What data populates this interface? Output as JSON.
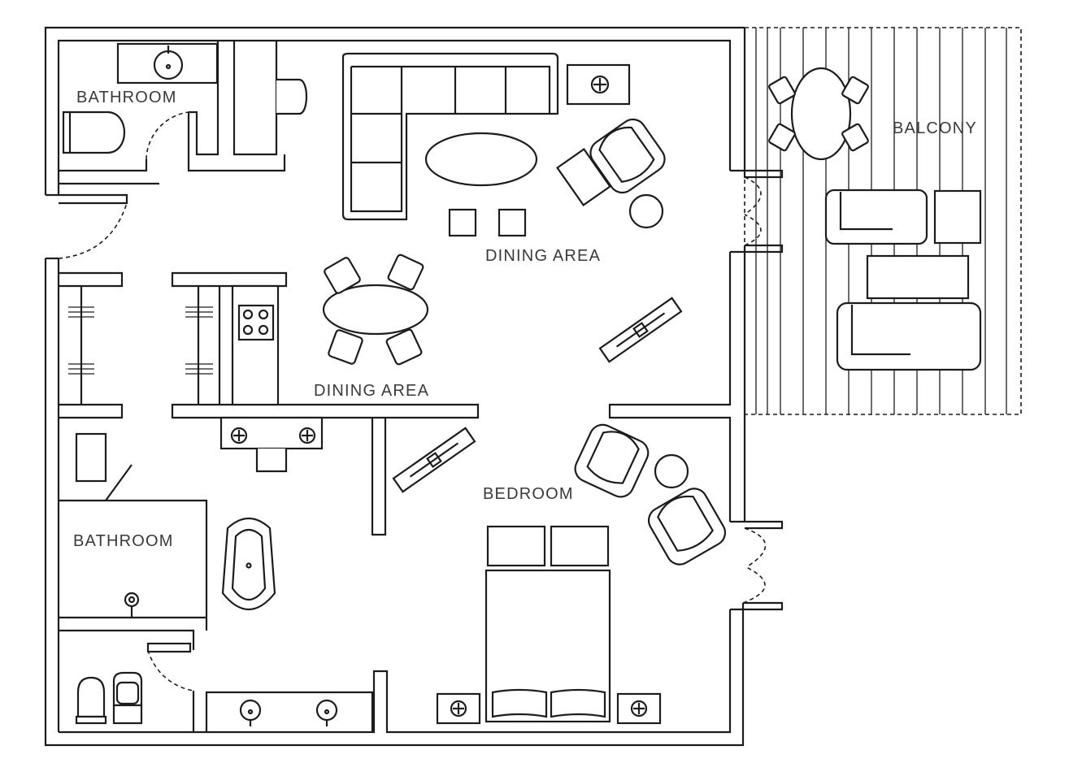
{
  "labels": {
    "bathroom_top": "BATHROOM",
    "bathroom_left": "BATHROOM",
    "dining_upper": "DINING AREA",
    "dining_lower": "DINING AREA",
    "bedroom": "BEDROOM",
    "balcony": "BALCONY"
  },
  "colors": {
    "lines": "#1c1c1c",
    "label_text": "#3a3a3a",
    "background": "#ffffff"
  }
}
